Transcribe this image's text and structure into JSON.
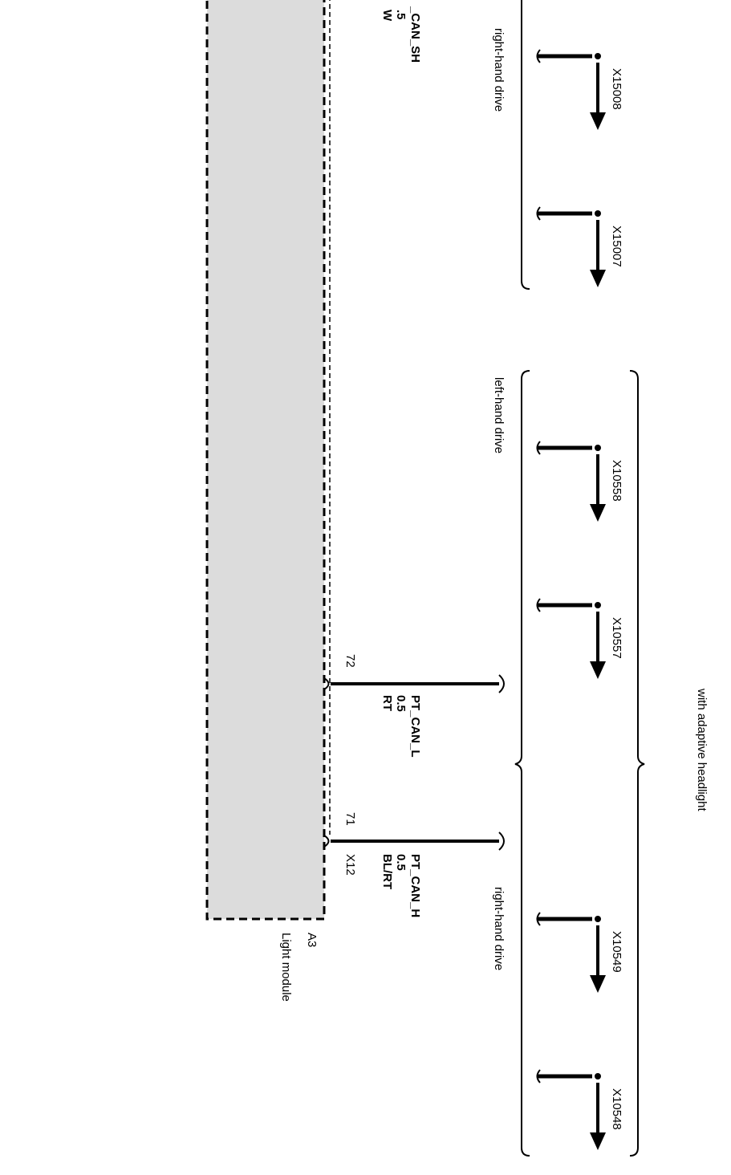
{
  "module": {
    "name": "Light module",
    "ref": "A3",
    "connector": "X12",
    "fill": "#dcdcdc"
  },
  "wires": {
    "pt_can_l": {
      "signal": "PT_CAN_L",
      "size": "0.5",
      "color": "RT",
      "pin": "72"
    },
    "pt_can_h": {
      "signal": "PT_CAN_H",
      "size": "0.5",
      "color": "BL/RT",
      "pin": "71"
    },
    "pt_can_sh": {
      "signal": "_CAN_SH",
      "size": ".5",
      "color": "W"
    }
  },
  "groups": {
    "rhd_top": "right-hand drive",
    "lhd": "left-hand drive",
    "rhd_bottom": "right-hand drive",
    "adaptive": "with adaptive headlight"
  },
  "connectors": {
    "c1": "X15008",
    "c2": "X15007",
    "c3": "X10558",
    "c4": "X10557",
    "c5": "X10549",
    "c6": "X10548"
  }
}
